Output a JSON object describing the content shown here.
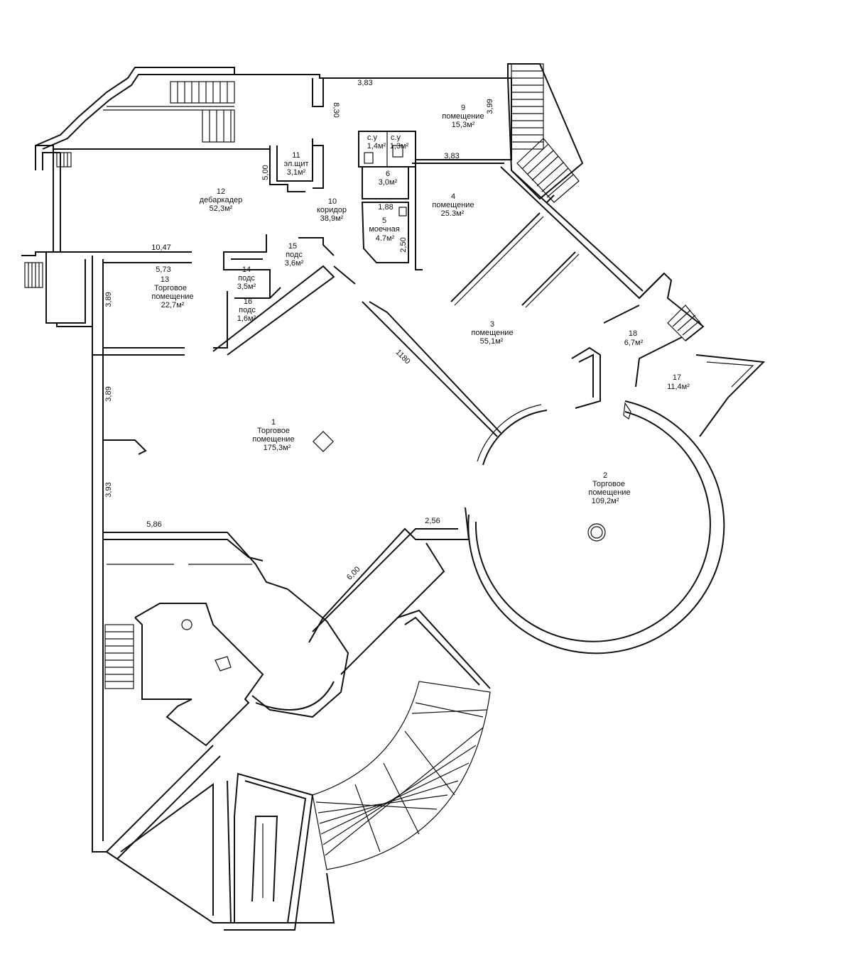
{
  "rooms": [
    {
      "id": "r1",
      "number": "1",
      "name": [
        "Торговое",
        "помещение"
      ],
      "area": "175,3м²"
    },
    {
      "id": "r2",
      "number": "2",
      "name": [
        "Торговое",
        "помещение"
      ],
      "area": "109,2м²"
    },
    {
      "id": "r3",
      "number": "3",
      "name": [
        "помещение"
      ],
      "area": "55,1м²"
    },
    {
      "id": "r4",
      "number": "4",
      "name": [
        "помещение"
      ],
      "area": "25.3м²"
    },
    {
      "id": "r5",
      "number": "5",
      "name": [
        "моечная"
      ],
      "area": "4.7м²"
    },
    {
      "id": "r6",
      "number": "6",
      "name": [],
      "area": "3,0м²"
    },
    {
      "id": "r9",
      "number": "9",
      "name": [
        "помещение"
      ],
      "area": "15,3м²"
    },
    {
      "id": "r10",
      "number": "10",
      "name": [
        "коридор"
      ],
      "area": "38,9м²"
    },
    {
      "id": "r11",
      "number": "11",
      "name": [
        "эл.щит"
      ],
      "area": "3,1м²"
    },
    {
      "id": "r12",
      "number": "12",
      "name": [
        "дебаркадер"
      ],
      "area": "52,3м²"
    },
    {
      "id": "r13",
      "number": "13",
      "name": [
        "Торговое",
        "помещение"
      ],
      "area": "22,7м²"
    },
    {
      "id": "r14",
      "number": "14",
      "name": [
        "подс"
      ],
      "area": "3,5м²"
    },
    {
      "id": "r15",
      "number": "15",
      "name": [
        "подс"
      ],
      "area": "3,6м²"
    },
    {
      "id": "r16",
      "number": "16",
      "name": [
        "подс"
      ],
      "area": "1,6м²"
    },
    {
      "id": "r17",
      "number": "17",
      "name": [],
      "area": "11,4м²"
    },
    {
      "id": "r18",
      "number": "18",
      "name": [],
      "area": "6,7м²"
    },
    {
      "id": "su1",
      "number": "",
      "name": [
        "с.у"
      ],
      "area": "1,4м²"
    },
    {
      "id": "su2",
      "number": "",
      "name": [
        "с.у"
      ],
      "area": "1,3м²"
    }
  ],
  "dimensions": [
    {
      "id": "d1",
      "text": "3,83"
    },
    {
      "id": "d2",
      "text": "8,30"
    },
    {
      "id": "d3",
      "text": "3,99"
    },
    {
      "id": "d4",
      "text": "3,83"
    },
    {
      "id": "d5",
      "text": "5,00"
    },
    {
      "id": "d6",
      "text": "1,88"
    },
    {
      "id": "d7",
      "text": "2,50"
    },
    {
      "id": "d8",
      "text": "10,47"
    },
    {
      "id": "d9",
      "text": "5,73"
    },
    {
      "id": "d10",
      "text": "3,89"
    },
    {
      "id": "d11",
      "text": "3,89"
    },
    {
      "id": "d12",
      "text": "1180"
    },
    {
      "id": "d13",
      "text": "3,93"
    },
    {
      "id": "d14",
      "text": "5,86"
    },
    {
      "id": "d15",
      "text": "2,56"
    },
    {
      "id": "d16",
      "text": "6,00"
    }
  ]
}
